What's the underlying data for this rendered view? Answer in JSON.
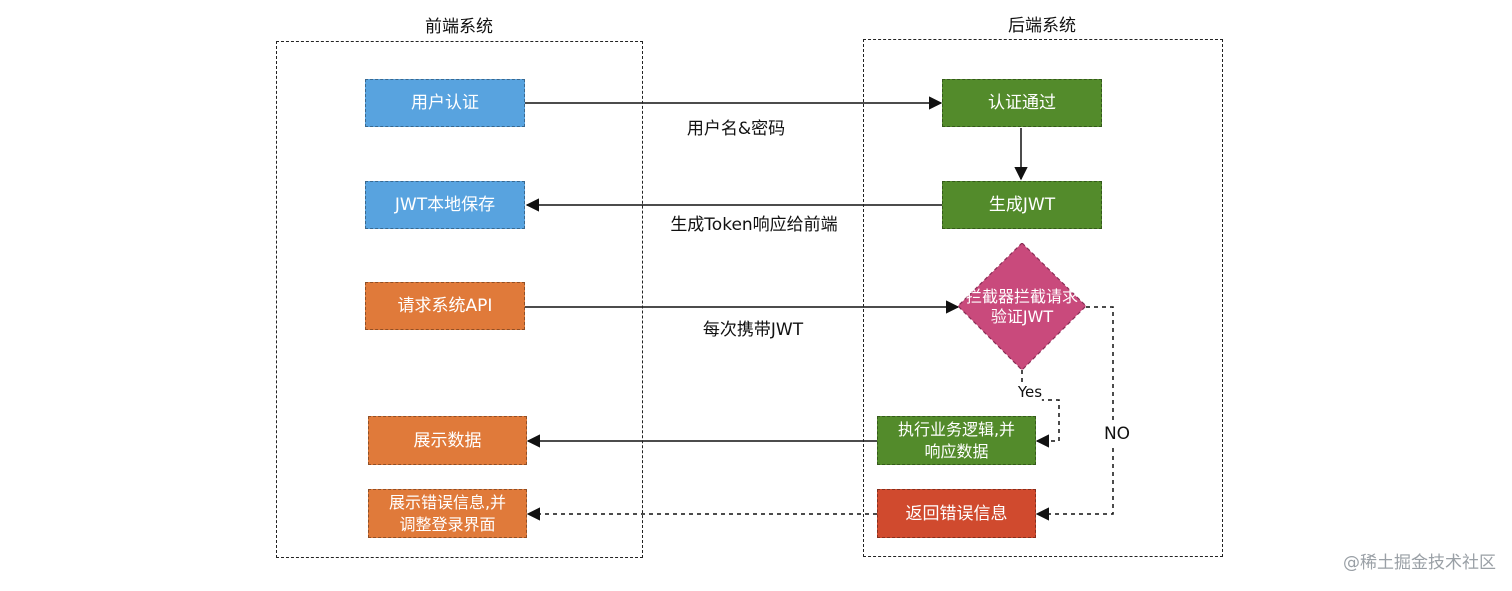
{
  "groups": {
    "frontend": {
      "title": "前端系统"
    },
    "backend": {
      "title": "后端系统"
    }
  },
  "nodes": {
    "user_auth": "用户认证",
    "jwt_store": "JWT本地保存",
    "request_api": "请求系统API",
    "show_data": "展示数据",
    "show_error": "展示错误信息,并\n调整登录界面",
    "auth_pass": "认证通过",
    "gen_jwt": "生成JWT",
    "interceptor": "拦截器拦截请求\n验证JWT",
    "exec_logic": "执行业务逻辑,并\n响应数据",
    "return_error": "返回错误信息"
  },
  "edges": {
    "credentials": "用户名&密码",
    "token_response": "生成Token响应给前端",
    "carry_jwt": "每次携带JWT",
    "yes": "Yes",
    "no": "NO"
  },
  "colors": {
    "blue": "#58a3df",
    "orange": "#e07a3a",
    "green": "#538b2b",
    "red": "#d04a2e",
    "magenta": "#c94a7c"
  },
  "watermark": "@稀土掘金技术社区"
}
